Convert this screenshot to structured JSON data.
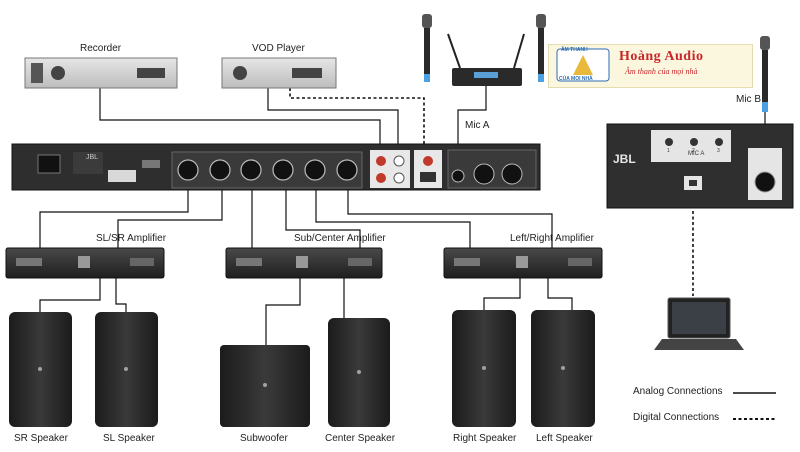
{
  "devices": {
    "recorder": "Recorder",
    "vod_player": "VOD Player",
    "mic_a": "Mic A",
    "mic_b": "Mic B",
    "processor_brand": "JBL"
  },
  "amplifiers": {
    "sl_sr": "SL/SR Amplifier",
    "sub_center": "Sub/Center Amplifier",
    "left_right": "Left/Right Amplifier"
  },
  "speakers": {
    "sr": "SR Speaker",
    "sl": "SL Speaker",
    "sub": "Subwoofer",
    "center": "Center Speaker",
    "right": "Right Speaker",
    "left": "Left Speaker"
  },
  "mic_panel": {
    "brand": "JBL",
    "label": "MIC A",
    "jack_numbers": [
      "1",
      "2",
      "3"
    ]
  },
  "logo": {
    "badge_top": "ÂM THANH",
    "badge_bottom": "CỦA MỌI NHÀ",
    "title": "Hoàng Audio",
    "subtitle": "Âm thanh của mọi nhà"
  },
  "legend": {
    "analog": "Analog Connections",
    "digital": "Digital Connections"
  },
  "colors": {
    "device_body": "#2b2b2b",
    "device_light": "#d8d8d8",
    "connection_line": "#111111",
    "logo_red": "#c8262b"
  }
}
